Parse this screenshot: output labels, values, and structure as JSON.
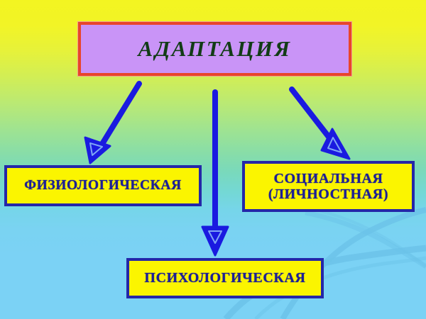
{
  "diagram": {
    "title_node": {
      "label": "АДАПТАЦИЯ",
      "fill": "#c994f7",
      "border": "#e8452b",
      "text_color": "#123c16"
    },
    "children": [
      {
        "id": "physiological",
        "label": "ФИЗИОЛОГИЧЕСКАЯ",
        "fill": "#fbf500",
        "border": "#2527a8",
        "text_color": "#1c1f96"
      },
      {
        "id": "psychological",
        "label": "ПСИХОЛОГИЧЕСКАЯ",
        "fill": "#fbf500",
        "border": "#2527a8",
        "text_color": "#1c1f96"
      },
      {
        "id": "social",
        "label": "СОЦИАЛЬНАЯ\n(ЛИЧНОСТНАЯ)",
        "fill": "#fbf500",
        "border": "#2527a8",
        "text_color": "#1c1f96"
      }
    ],
    "connectors": [
      {
        "id": "arrow-to-physiological",
        "icon": "arrow-down-left-icon",
        "color": "#1a1ae0"
      },
      {
        "id": "arrow-to-psychological",
        "icon": "arrow-down-icon",
        "color": "#1a1ae0"
      },
      {
        "id": "arrow-to-social",
        "icon": "arrow-down-right-icon",
        "color": "#1a1ae0"
      }
    ],
    "background": {
      "gradient_top": "#f3f521",
      "gradient_mid": "#9ee392",
      "gradient_bottom": "#7bd2f5",
      "swoosh_color": "#6ac2e8"
    }
  }
}
